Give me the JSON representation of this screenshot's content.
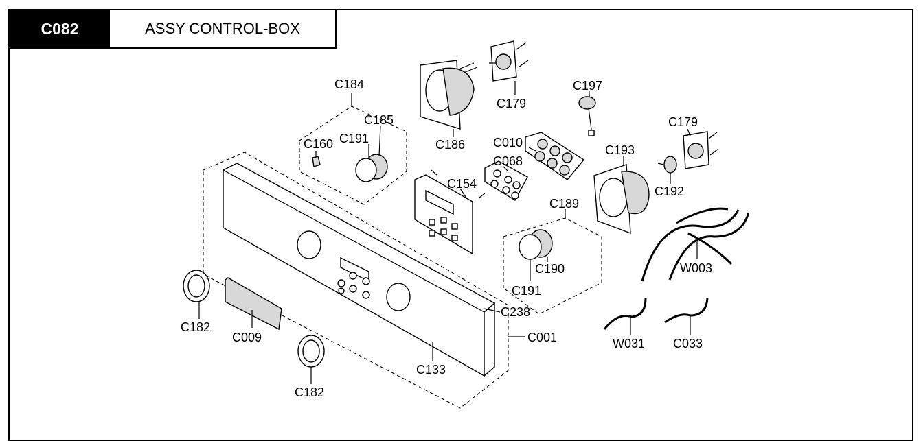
{
  "header": {
    "code": "C082",
    "title": "ASSY CONTROL-BOX"
  },
  "labels": {
    "c184": "C184",
    "c185": "C185",
    "c160": "C160",
    "c191a": "C191",
    "c186": "C186",
    "c179a": "C179",
    "c197": "C197",
    "c010": "C010",
    "c068": "C068",
    "c154": "C154",
    "c179b": "C179",
    "c193": "C193",
    "c192": "C192",
    "c189": "C189",
    "c190": "C190",
    "c191b": "C191",
    "w003": "W003",
    "c238": "C238",
    "c001": "C001",
    "c182a": "C182",
    "c009": "C009",
    "c182b": "C182",
    "c133": "C133",
    "w031": "W031",
    "c033": "C033"
  }
}
